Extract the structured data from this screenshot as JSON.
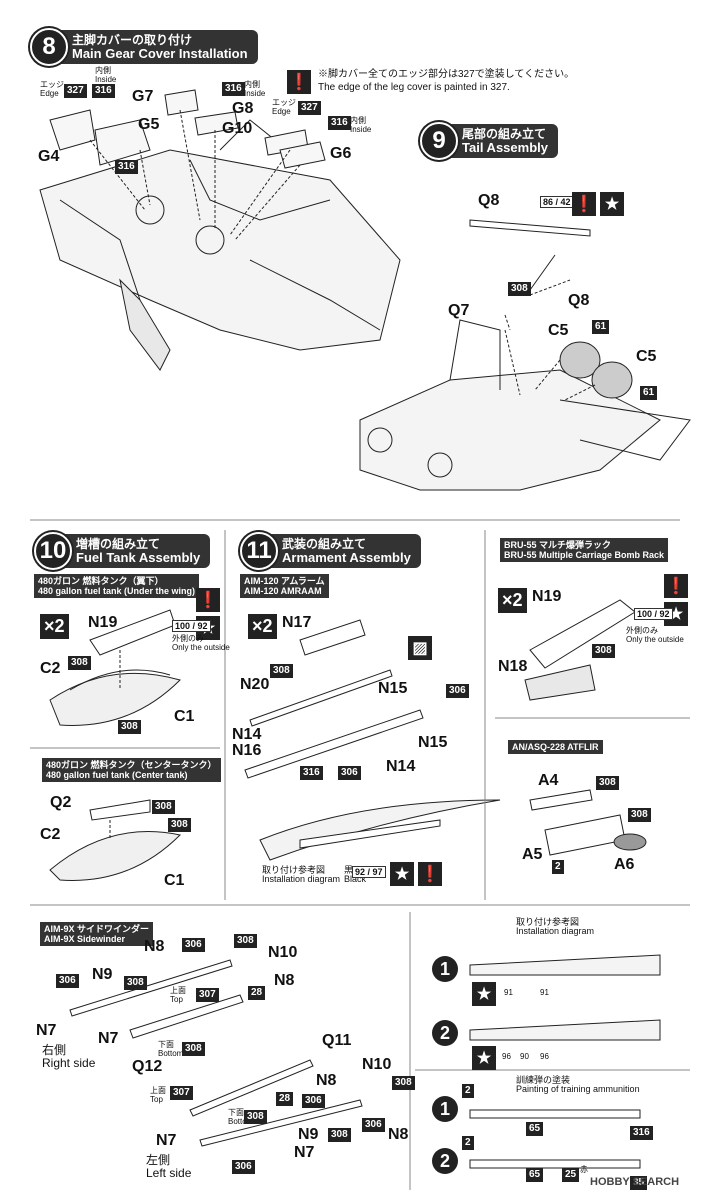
{
  "step8": {
    "num": "8",
    "jp": "主脚カバーの取り付け",
    "en": "Main Gear Cover Installation"
  },
  "step9": {
    "num": "9",
    "jp": "尾部の組み立て",
    "en": "Tail Assembly"
  },
  "step10": {
    "num": "10",
    "jp": "増槽の組み立て",
    "en": "Fuel Tank Assembly"
  },
  "step11": {
    "num": "11",
    "jp": "武装の組み立て",
    "en": "Armament Assembly"
  },
  "note8": {
    "jp": "※脚カバー全てのエッジ部分は327で塗装してください。",
    "en": "The edge of the leg cover is painted in 327."
  },
  "labels8": {
    "edge_jp": "エッジ",
    "edge_en": "Edge",
    "inside_jp": "内側",
    "inside_en": "Inside",
    "c327": "327",
    "c316": "316"
  },
  "parts8": [
    "G4",
    "G5",
    "G7",
    "G8",
    "G10",
    "G6"
  ],
  "parts9": [
    "Q8",
    "Q8",
    "Q7",
    "C5",
    "C5"
  ],
  "colors9": {
    "mix": "86 / 42",
    "c308": "308",
    "c61": "61"
  },
  "tank_wing": {
    "jp": "480ガロン 燃料タンク（翼下）",
    "en": "480 gallon fuel tank (Under the wing)"
  },
  "tank_center": {
    "jp": "480ガロン 燃料タンク（センタータンク）",
    "en": "480 gallon fuel tank (Center tank)"
  },
  "outside": {
    "jp": "外側のみ",
    "en": "Only the outside"
  },
  "mix_100_92": "100 / 92",
  "x2": "×2",
  "parts10a": [
    "N19",
    "C2",
    "C1"
  ],
  "parts10b": [
    "Q2",
    "C2",
    "C1"
  ],
  "c308": "308",
  "amraam": {
    "jp": "AIM-120 アムラーム",
    "en": "AIM-120 AMRAAM"
  },
  "parts11": [
    "N17",
    "N20",
    "N15",
    "N15",
    "N14",
    "N16",
    "N14"
  ],
  "c306": "306",
  "c316": "316",
  "install_diag": {
    "jp": "取り付け参考図",
    "en": "Installation diagram"
  },
  "black": {
    "jp": "黒",
    "en": "Black",
    "mix": "92 / 97"
  },
  "bru": {
    "jp": "BRU-55 マルチ爆弾ラック",
    "en": "BRU-55 Multiple Carriage Bomb Rack"
  },
  "parts_bru": [
    "N19",
    "N18"
  ],
  "atflir": {
    "title": "AN/ASQ-228 ATFLIR",
    "parts": [
      "A4",
      "A5",
      "A6"
    ],
    "c2": "2"
  },
  "sidewinder": {
    "jp": "AIM-9X サイドワインダー",
    "en": "AIM-9X Sidewinder"
  },
  "right_side": {
    "jp": "右側",
    "en": "Right side"
  },
  "left_side": {
    "jp": "左側",
    "en": "Left side"
  },
  "top": {
    "jp": "上面",
    "en": "Top"
  },
  "bottom": {
    "jp": "下面",
    "en": "Bottom"
  },
  "c307": "307",
  "c28": "28",
  "parts_sw": [
    "N8",
    "N10",
    "N8",
    "N9",
    "N7",
    "N7",
    "Q12",
    "Q11",
    "N10",
    "N8",
    "N9",
    "N7",
    "N7",
    "N8"
  ],
  "install_diag2": {
    "jp": "取り付け参考図",
    "en": "Installation diagram"
  },
  "training": {
    "jp": "訓練弾の塗装",
    "en": "Painting of training ammunition"
  },
  "c91": "91",
  "c96": "96",
  "c90": "90",
  "c65": "65",
  "c25": "25",
  "red_jp": "赤",
  "circle1": "1",
  "circle2": "2",
  "watermark": "HOBBY SEARCH",
  "c35": "35"
}
